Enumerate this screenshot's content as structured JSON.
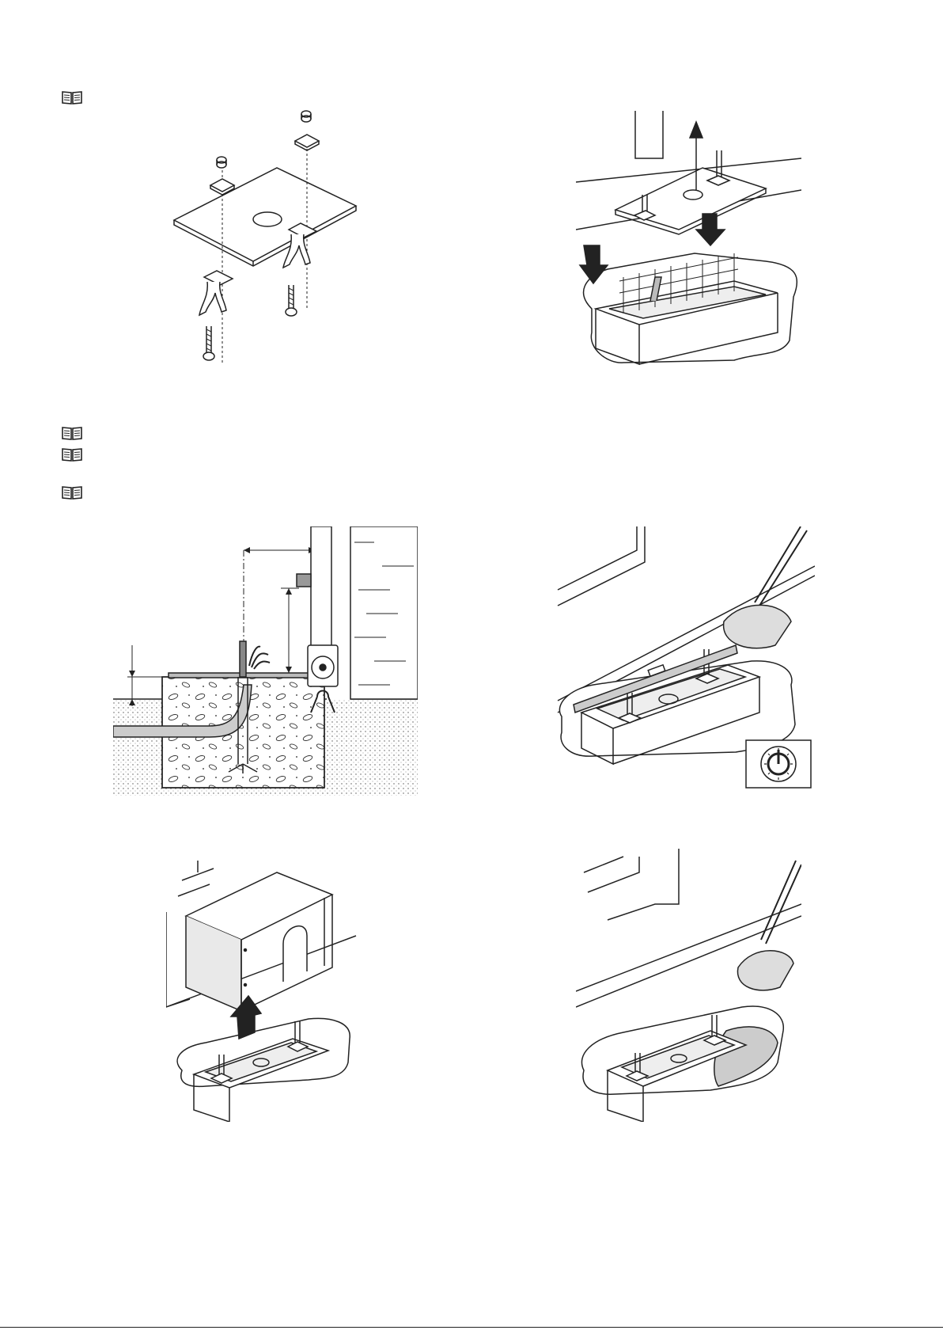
{
  "page": {
    "notes": [
      {
        "icon": "manual-book-icon"
      },
      {
        "icon": "manual-book-icon"
      },
      {
        "icon": "manual-book-icon"
      },
      {
        "icon": "manual-book-icon"
      }
    ],
    "figures": [
      {
        "name": "mounting-plate-exploded-view"
      },
      {
        "name": "plate-insertion-into-cage"
      },
      {
        "name": "foundation-cross-section"
      },
      {
        "name": "leveling-plate-with-concrete"
      },
      {
        "name": "formwork-box-removal"
      },
      {
        "name": "concrete-fill-around-base"
      }
    ],
    "timer_icon": "clock-timer-icon",
    "colors": {
      "line": "#222222",
      "fill_light": "#e9e9e9",
      "fill_mid": "#bdbdbd"
    }
  }
}
